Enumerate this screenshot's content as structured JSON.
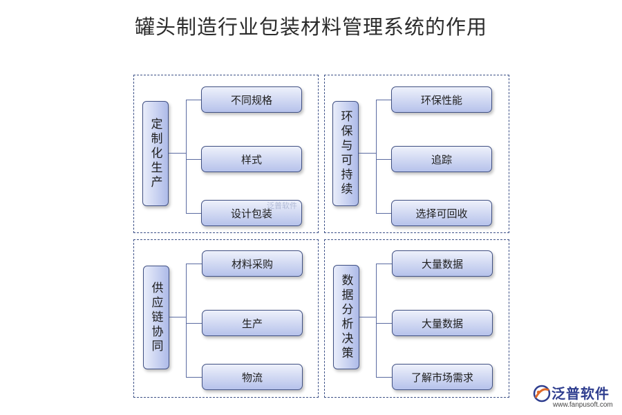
{
  "title": "罐头制造行业包装材料管理系统的作用",
  "groups": [
    {
      "root": "定制化生产",
      "children": [
        "不同规格",
        "样式",
        "设计包装"
      ]
    },
    {
      "root": "环保与可持续",
      "children": [
        "环保性能",
        "追踪",
        "选择可回收"
      ]
    },
    {
      "root": "供应链协同",
      "children": [
        "材料采购",
        "生产",
        "物流"
      ]
    },
    {
      "root": "数据分析决策",
      "children": [
        "大量数据",
        "大量数据",
        "了解市场需求"
      ]
    }
  ],
  "logo": {
    "name": "泛普软件",
    "url": "www.fanpusoft.com",
    "watermark": "泛普软件"
  },
  "colors": {
    "border": "#3f4f82",
    "fill": "#c9d2f1",
    "logo": "#2f3e8f"
  }
}
